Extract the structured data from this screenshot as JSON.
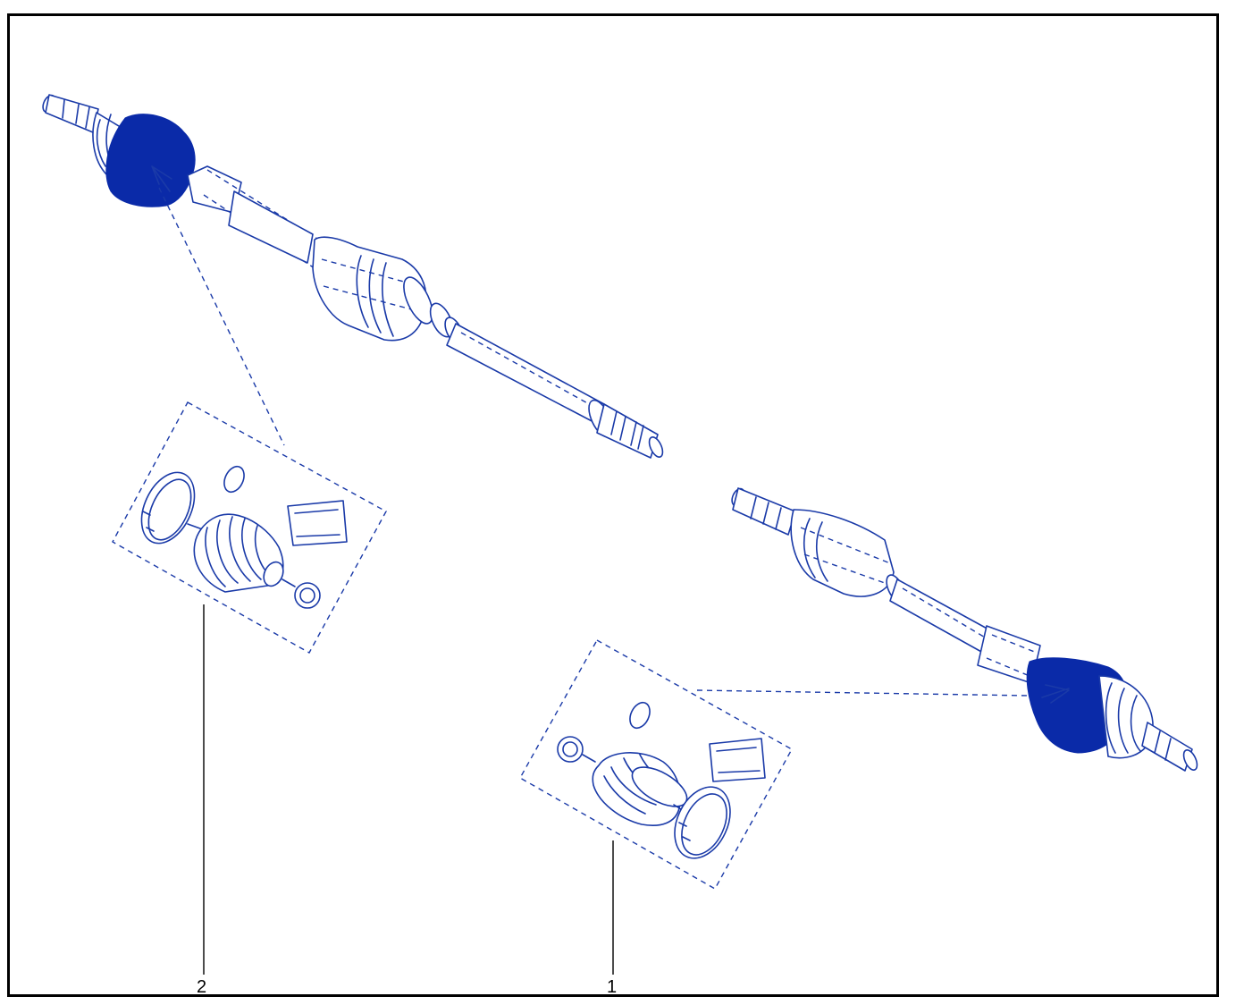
{
  "diagram": {
    "callouts": [
      {
        "id": "1",
        "label": "1"
      },
      {
        "id": "2",
        "label": "2"
      }
    ],
    "colors": {
      "line": "#1a3aa8",
      "highlight": "#0a2aa8",
      "frame": "#000000",
      "background": "#ffffff"
    }
  }
}
